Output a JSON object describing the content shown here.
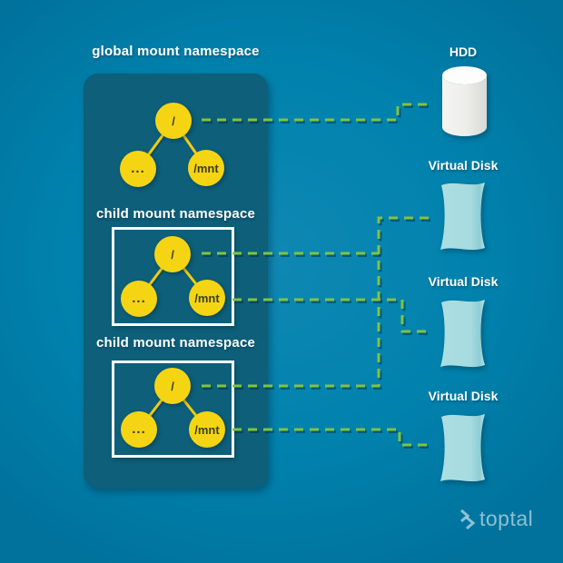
{
  "global_namespace": {
    "label": "global mount namespace",
    "nodes": {
      "root": "/",
      "dirs": "...",
      "mnt": "/mnt"
    }
  },
  "child_namespaces": [
    {
      "label": "child mount namespace",
      "nodes": {
        "root": "/",
        "dirs": "...",
        "mnt": "/mnt"
      }
    },
    {
      "label": "child mount namespace",
      "nodes": {
        "root": "/",
        "dirs": "...",
        "mnt": "/mnt"
      }
    }
  ],
  "storage": {
    "hdd": {
      "label": "HDD"
    },
    "virtual_disks": [
      {
        "label": "Virtual Disk"
      },
      {
        "label": "Virtual Disk"
      },
      {
        "label": "Virtual Disk"
      }
    ]
  },
  "connections": [
    {
      "from": "global-root",
      "to": "hdd"
    },
    {
      "from": "child-1-root",
      "to": "virtual-disk-1"
    },
    {
      "from": "child-2-root",
      "to": "virtual-disk-1"
    },
    {
      "from": "child-1-mnt",
      "to": "virtual-disk-2"
    },
    {
      "from": "child-2-mnt",
      "to": "virtual-disk-3"
    }
  ],
  "logo": {
    "text": "toptal"
  },
  "colors": {
    "background": "#0081AC",
    "panel": "#0D5F7A",
    "node_yellow": "#F5D513",
    "connector_green": "#80C43F",
    "disk_cyan": "#A9DDE1",
    "hdd_gray": "#E8E8E4",
    "text_white": "#FFFFFF"
  }
}
